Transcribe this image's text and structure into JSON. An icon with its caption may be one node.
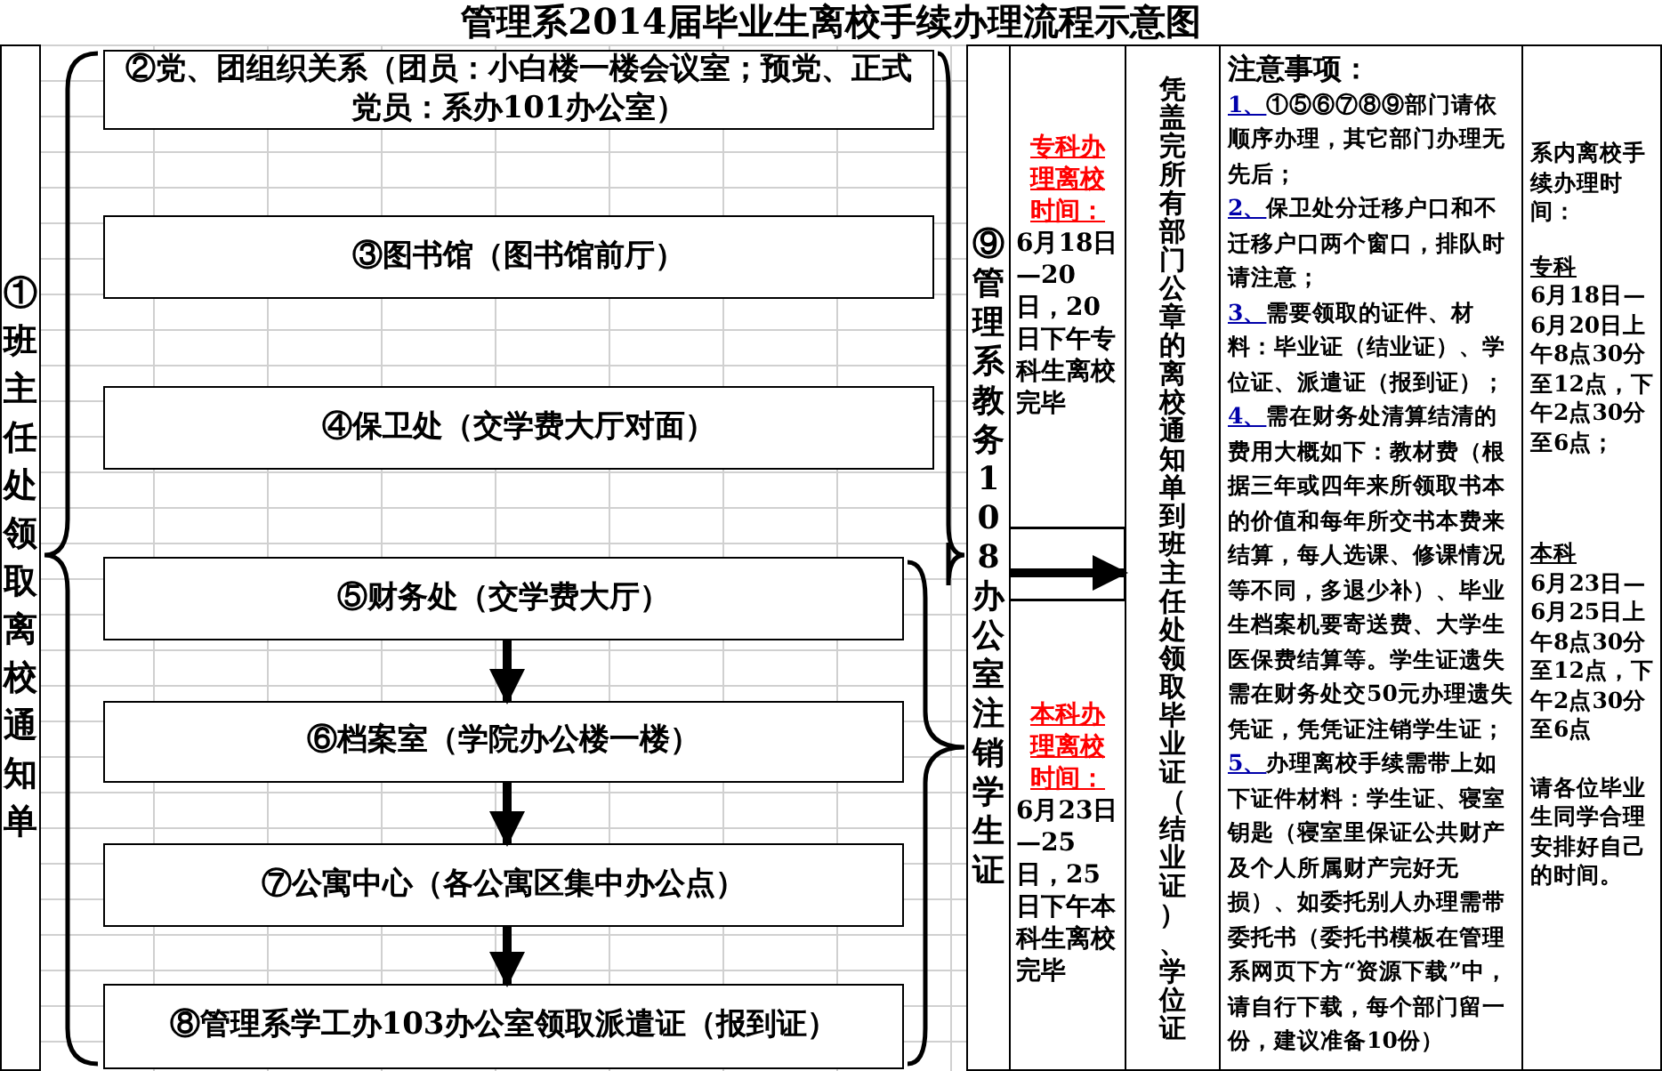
{
  "diagram": {
    "title": "管理系2014届毕业生离校手续办理流程示意图",
    "nodes": [
      {
        "text": [
          "①班主任处领取离校通知单"
        ]
      },
      {
        "text": [
          "②党、团组织关系（团员：小白楼一楼会议室；预党、正式党员：系办101办公室）"
        ]
      },
      {
        "text": [
          "③图书馆（图书馆前厅）"
        ]
      },
      {
        "text": [
          "④保卫处（交学费大厅对面）"
        ]
      },
      {
        "text": [
          "⑤财务处（交学费大厅）"
        ]
      },
      {
        "text": [
          "⑥档案室（学院办公楼一楼）"
        ]
      },
      {
        "text": [
          "⑦公寓中心（各公寓区集中办公点）"
        ]
      },
      {
        "text": [
          "⑧管理系学工办103办公室领取派遣证（报到证）"
        ]
      },
      {
        "text": [
          "⑨管理系教务108办公室注销学生证"
        ]
      },
      {
        "text": [
          "专科办理离校时间：",
          "6月18日—20日，20日下午专科生离校完毕"
        ]
      },
      {
        "text": [
          "本科办理离校时间：",
          "6月23日—25日，25日下午本科生离校完毕"
        ]
      },
      {
        "text": [
          "凭盖完所有部门公章的离校通知单到班主任处领取毕业证（结业证）、学位证"
        ]
      },
      {
        "text": [
          "注意事项：",
          "1、①⑤⑥⑦⑧⑨部门请依顺序办理，其它部门办理无先后；",
          "2、保卫处分迁移户口和不迁移户口两个窗口，排队时请注意；",
          "3、需要领取的证件、材料：毕业证（结业证）、学位证、派遣证（报到证）；",
          "4、需在财务处清算结清的费用大概如下：教材费（根据三年或四年来所领取书本的价值和每年所交书本费来结算，每人选课、修课情况等不同，多退少补）、毕业生档案机要寄送费、大学生医保费结算等。学生证遗失需在财务处交50元办理遗失凭证，凭凭证注销学生证；",
          "5、办理离校手续需带上如下证件材料：学生证、寝室钥匙（寝室里保证公共财产及个人所属财产完好无损）、如委托别人办理需带委托书（委托书模板在管理系网页下方“资源下载”中，请自行下载，每个部门留一份，建议准备10份）"
        ]
      },
      {
        "text": [
          "系内离校手续办理时间：",
          "专科",
          "6月18日—6月20日上午8点30分至12点，下午2点30分至6点；",
          "本科",
          "6月23日—6月25日上午8点30分至12点，下午2点30分至6点",
          "请各位毕业生同学合理安排好自己的时间。"
        ]
      }
    ],
    "edges": [
      {
        "from": 4,
        "to": 5,
        "arrow": "to"
      },
      {
        "from": 5,
        "to": 6,
        "arrow": "to"
      },
      {
        "from": 6,
        "to": 7,
        "arrow": "to"
      },
      {
        "from": 8,
        "to": 11,
        "arrow": "to"
      }
    ]
  }
}
